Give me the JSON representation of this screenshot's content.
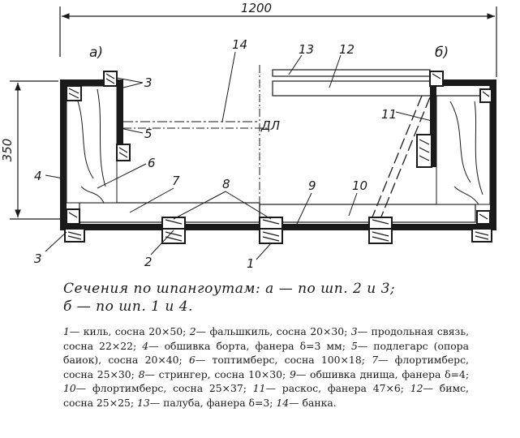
{
  "dimensions": {
    "width": "1200",
    "height": "350"
  },
  "section_labels": {
    "a": "а)",
    "b": "б)"
  },
  "waterline_label": "ДЛ",
  "callouts": [
    "1",
    "2",
    "3",
    "3",
    "4",
    "5",
    "6",
    "7",
    "8",
    "9",
    "10",
    "11",
    "12",
    "13",
    "14"
  ],
  "caption": {
    "line1": "Сечения по шпангоутам: а — по шп. 2 и 3;",
    "line2": "б — по шп. 1 и 4."
  },
  "legend": [
    {
      "num": "1",
      "text": "— киль, сосна 20×50; "
    },
    {
      "num": "2",
      "text": "— фальшкиль, сосна 20×30; "
    },
    {
      "num": "3",
      "text": "— продольная связь, сосна 22×22; "
    },
    {
      "num": "4",
      "text": "— обшивка борта, фанера δ=3 мм; "
    },
    {
      "num": "5",
      "text": "— подлегарс (опора баиок), сосна 20×40; "
    },
    {
      "num": "6",
      "text": "— топтимберс, сосна 100×18; "
    },
    {
      "num": "7",
      "text": "— флортимберс, сосна 25×30; "
    },
    {
      "num": "8",
      "text": "— стрингер, сосна 10×30; "
    },
    {
      "num": "9",
      "text": "— обшивка днища, фанера δ=4; "
    },
    {
      "num": "10",
      "text": "— флортимберс, сосна 25×37; "
    },
    {
      "num": "11",
      "text": "— раскос, фанера 47×6; "
    },
    {
      "num": "12",
      "text": "— бимс, сосна 25×25; "
    },
    {
      "num": "13",
      "text": "— палуба, фанера δ=3; "
    },
    {
      "num": "14",
      "text": "— банка."
    }
  ]
}
